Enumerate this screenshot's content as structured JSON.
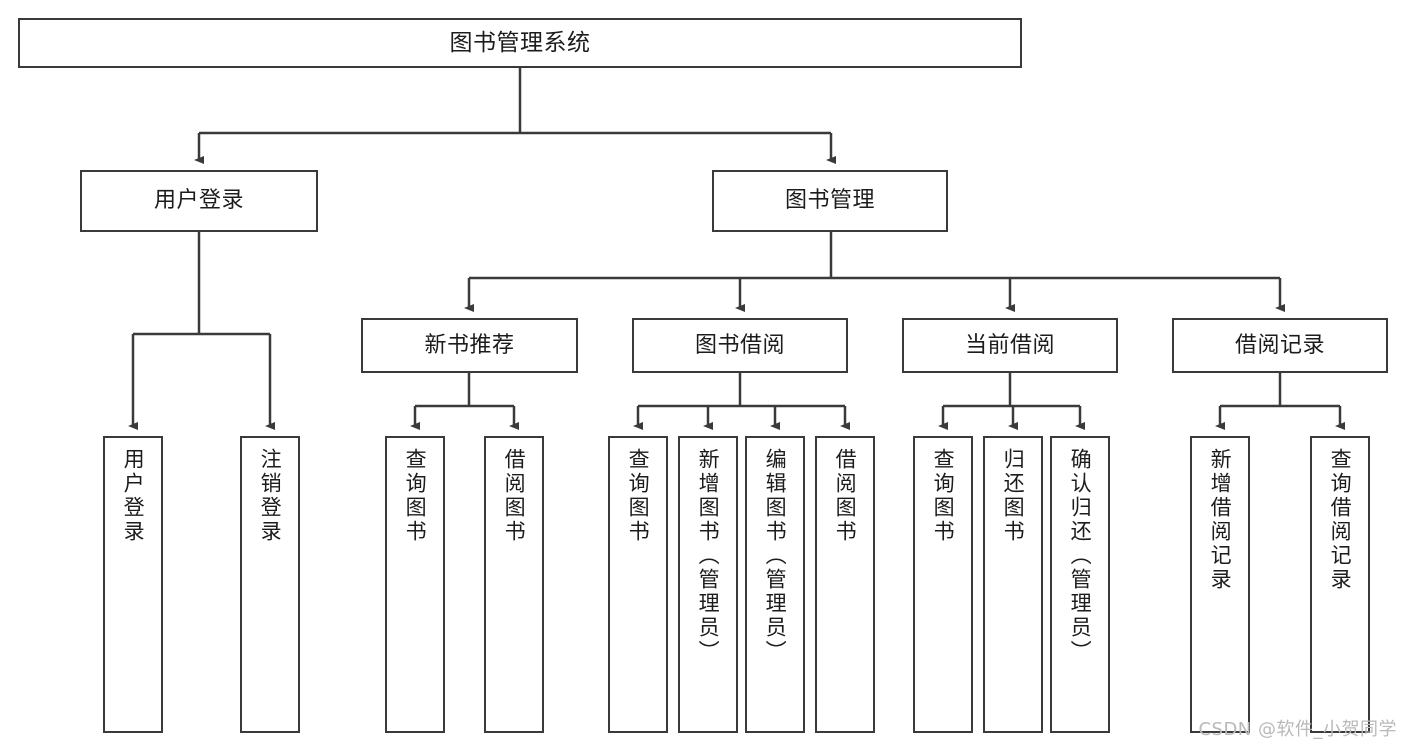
{
  "diagram": {
    "title": "图书管理系统",
    "type": "hierarchy-tree",
    "root": {
      "label": "图书管理系统"
    },
    "level2": [
      {
        "label": "用户登录"
      },
      {
        "label": "图书管理"
      }
    ],
    "level3": [
      {
        "label": "新书推荐"
      },
      {
        "label": "图书借阅"
      },
      {
        "label": "当前借阅"
      },
      {
        "label": "借阅记录"
      }
    ],
    "leaves": {
      "user_login": [
        {
          "label": "用户登录"
        },
        {
          "label": "注销登录"
        }
      ],
      "new_book_recommend": [
        {
          "label": "查询图书"
        },
        {
          "label": "借阅图书"
        }
      ],
      "book_borrow": [
        {
          "label": "查询图书"
        },
        {
          "label": "新增图书（管理员）"
        },
        {
          "label": "编辑图书（管理员）"
        },
        {
          "label": "借阅图书"
        }
      ],
      "current_borrow": [
        {
          "label": "查询图书"
        },
        {
          "label": "归还图书"
        },
        {
          "label": "确认归还（管理员）"
        }
      ],
      "borrow_record": [
        {
          "label": "新增借阅记录"
        },
        {
          "label": "查询借阅记录"
        }
      ]
    }
  },
  "watermark": {
    "text": "CSDN @软件_小贺同学"
  },
  "colors": {
    "stroke": "#3a3a3a",
    "text": "#1c1c1c",
    "background": "#ffffff",
    "watermark": "#b9b9b9"
  }
}
